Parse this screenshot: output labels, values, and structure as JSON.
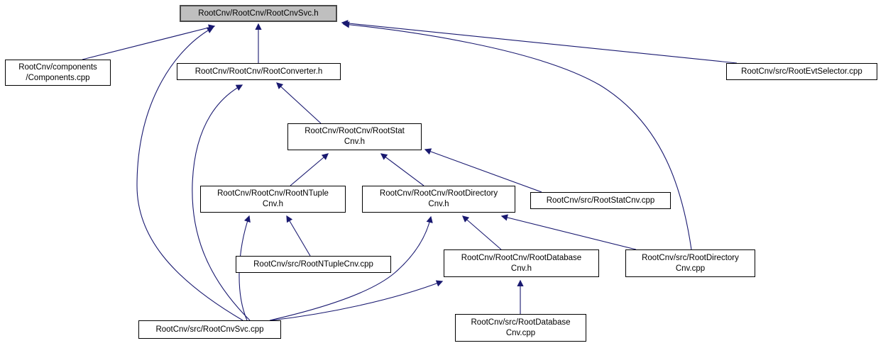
{
  "graph": {
    "colors": {
      "edge": "#191970",
      "node_border": "#000000",
      "node_fill": "#ffffff",
      "highlight_fill": "#bfbfbf"
    },
    "nodes": [
      {
        "id": "rootcnvsvc_h",
        "label": "RootCnv/RootCnv/RootCnvSvc.h",
        "highlighted": true
      },
      {
        "id": "components_cpp",
        "label": "RootCnv/components\n/Components.cpp"
      },
      {
        "id": "rootconverter_h",
        "label": "RootCnv/RootCnv/RootConverter.h"
      },
      {
        "id": "rootevtselector_cpp",
        "label": "RootCnv/src/RootEvtSelector.cpp"
      },
      {
        "id": "rootstatcnv_h",
        "label": "RootCnv/RootCnv/RootStat\nCnv.h"
      },
      {
        "id": "rootntuplecnv_h",
        "label": "RootCnv/RootCnv/RootNTuple\nCnv.h"
      },
      {
        "id": "rootdirectorycnv_h",
        "label": "RootCnv/RootCnv/RootDirectory\nCnv.h"
      },
      {
        "id": "rootstatcnv_cpp",
        "label": "RootCnv/src/RootStatCnv.cpp"
      },
      {
        "id": "rootntuplecnv_cpp",
        "label": "RootCnv/src/RootNTupleCnv.cpp"
      },
      {
        "id": "rootdatabasecnv_h",
        "label": "RootCnv/RootCnv/RootDatabase\nCnv.h"
      },
      {
        "id": "rootdirectorycnv_cpp",
        "label": "RootCnv/src/RootDirectory\nCnv.cpp"
      },
      {
        "id": "rootcnvsvc_cpp",
        "label": "RootCnv/src/RootCnvSvc.cpp"
      },
      {
        "id": "rootdatabasecnv_cpp",
        "label": "RootCnv/src/RootDatabase\nCnv.cpp"
      }
    ],
    "edges": [
      {
        "from": "RootCnv/components/Components.cpp",
        "to": "RootCnv/RootCnv/RootCnvSvc.h"
      },
      {
        "from": "RootCnv/RootCnv/RootConverter.h",
        "to": "RootCnv/RootCnv/RootCnvSvc.h"
      },
      {
        "from": "RootCnv/src/RootEvtSelector.cpp",
        "to": "RootCnv/RootCnv/RootCnvSvc.h"
      },
      {
        "from": "RootCnv/src/RootCnvSvc.cpp",
        "to": "RootCnv/RootCnv/RootCnvSvc.h"
      },
      {
        "from": "RootCnv/src/RootDirectoryCnv.cpp",
        "to": "RootCnv/RootCnv/RootCnvSvc.h"
      },
      {
        "from": "RootCnv/src/RootCnvSvc.cpp",
        "to": "RootCnv/RootCnv/RootConverter.h"
      },
      {
        "from": "RootCnv/RootCnv/RootStatCnv.h",
        "to": "RootCnv/RootCnv/RootConverter.h"
      },
      {
        "from": "RootCnv/RootCnv/RootNTupleCnv.h",
        "to": "RootCnv/RootCnv/RootStatCnv.h"
      },
      {
        "from": "RootCnv/RootCnv/RootDirectoryCnv.h",
        "to": "RootCnv/RootCnv/RootStatCnv.h"
      },
      {
        "from": "RootCnv/src/RootStatCnv.cpp",
        "to": "RootCnv/RootCnv/RootStatCnv.h"
      },
      {
        "from": "RootCnv/src/RootCnvSvc.cpp",
        "to": "RootCnv/RootCnv/RootNTupleCnv.h"
      },
      {
        "from": "RootCnv/src/RootNTupleCnv.cpp",
        "to": "RootCnv/RootCnv/RootNTupleCnv.h"
      },
      {
        "from": "RootCnv/src/RootCnvSvc.cpp",
        "to": "RootCnv/RootCnv/RootDirectoryCnv.h"
      },
      {
        "from": "RootCnv/RootCnv/RootDatabaseCnv.h",
        "to": "RootCnv/RootCnv/RootDirectoryCnv.h"
      },
      {
        "from": "RootCnv/src/RootDirectoryCnv.cpp",
        "to": "RootCnv/RootCnv/RootDirectoryCnv.h"
      },
      {
        "from": "RootCnv/src/RootCnvSvc.cpp",
        "to": "RootCnv/RootCnv/RootDatabaseCnv.h"
      },
      {
        "from": "RootCnv/src/RootDatabaseCnv.cpp",
        "to": "RootCnv/RootCnv/RootDatabaseCnv.h"
      }
    ]
  }
}
